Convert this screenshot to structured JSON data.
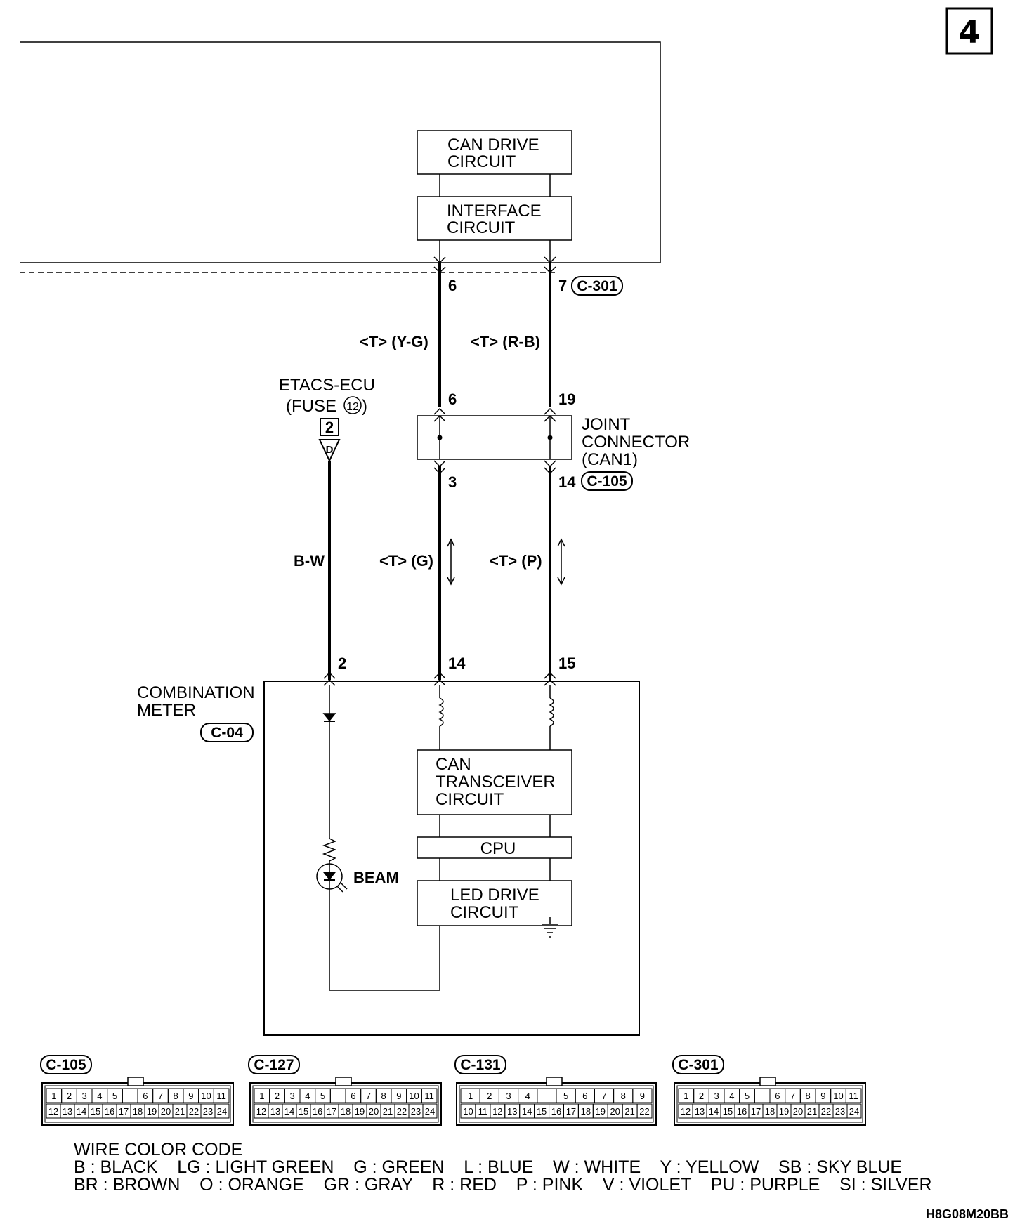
{
  "page_number": "4",
  "blocks": {
    "can_drive": [
      "CAN DRIVE",
      "CIRCUIT"
    ],
    "interface": [
      "INTERFACE",
      "CIRCUIT"
    ],
    "can_transceiver": [
      "CAN",
      "TRANSCEIVER",
      "CIRCUIT"
    ],
    "cpu": "CPU",
    "led_drive": [
      "LED DRIVE",
      "CIRCUIT"
    ]
  },
  "pins": {
    "upper_left": "6",
    "upper_right": "7",
    "joint_top_left": "6",
    "joint_top_right": "19",
    "joint_bottom_left": "3",
    "joint_bottom_right": "14",
    "meter_left": "2",
    "meter_mid": "14",
    "meter_right": "15"
  },
  "connector_tags": {
    "upper": "C-301",
    "joint": "C-105",
    "meter": "C-04"
  },
  "wire_colors": {
    "upper_left": "<T> (Y-G)",
    "upper_right": "<T> (R-B)",
    "lower_left": "<T> (G)",
    "lower_right": "<T> (P)",
    "power": "B-W"
  },
  "etacs": {
    "line1": "ETACS-ECU",
    "line2": "(FUSE",
    "fuse_number": "12",
    "terminal": "2",
    "connector_letter": "D"
  },
  "joint_connector": [
    "JOINT",
    "CONNECTOR",
    "(CAN1)"
  ],
  "combination_meter": [
    "COMBINATION",
    "METER"
  ],
  "beam_label": "BEAM",
  "connector_views": [
    {
      "name": "C-105",
      "row1": [
        "1",
        "2",
        "3",
        "4",
        "5",
        "",
        "6",
        "7",
        "8",
        "9",
        "10",
        "11"
      ],
      "row2": [
        "12",
        "13",
        "14",
        "15",
        "16",
        "17",
        "18",
        "19",
        "20",
        "21",
        "22",
        "23",
        "24"
      ]
    },
    {
      "name": "C-127",
      "row1": [
        "1",
        "2",
        "3",
        "4",
        "5",
        "",
        "6",
        "7",
        "8",
        "9",
        "10",
        "11"
      ],
      "row2": [
        "12",
        "13",
        "14",
        "15",
        "16",
        "17",
        "18",
        "19",
        "20",
        "21",
        "22",
        "23",
        "24"
      ]
    },
    {
      "name": "C-131",
      "row1": [
        "1",
        "2",
        "3",
        "4",
        "",
        "5",
        "6",
        "7",
        "8",
        "9"
      ],
      "row2": [
        "10",
        "11",
        "12",
        "13",
        "14",
        "15",
        "16",
        "17",
        "18",
        "19",
        "20",
        "21",
        "22"
      ]
    },
    {
      "name": "C-301",
      "row1": [
        "1",
        "2",
        "3",
        "4",
        "5",
        "",
        "6",
        "7",
        "8",
        "9",
        "10",
        "11"
      ],
      "row2": [
        "12",
        "13",
        "14",
        "15",
        "16",
        "17",
        "18",
        "19",
        "20",
        "21",
        "22",
        "23",
        "24"
      ]
    }
  ],
  "wire_color_code": {
    "title": "WIRE COLOR CODE",
    "line1": "B : BLACK    LG : LIGHT GREEN    G : GREEN    L : BLUE    W : WHITE    Y : YELLOW    SB : SKY BLUE",
    "line2": "BR : BROWN    O : ORANGE    GR : GRAY    R : RED    P : PINK    V : VIOLET    PU : PURPLE    SI : SILVER"
  },
  "diagram_code": "H8G08M20BB"
}
